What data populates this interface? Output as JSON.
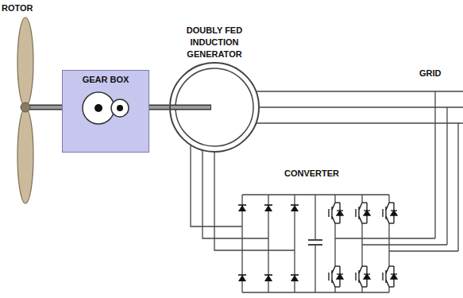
{
  "diagram": {
    "nodes": [
      {
        "text": [
          "GEAR BOX"
        ]
      },
      {
        "text": [
          "DOUBLY FED INDUCTION GENERATOR"
        ]
      }
    ],
    "edges": [
      {
        "from": 0,
        "to": 1,
        "arrow": "none"
      }
    ],
    "labels": [
      "ROTOR",
      "CONVERTER",
      "GRID"
    ]
  }
}
